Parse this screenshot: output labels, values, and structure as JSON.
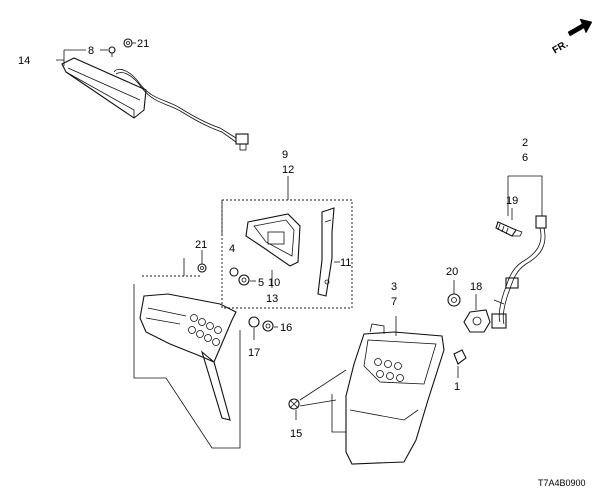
{
  "diagram": {
    "labels": {
      "n1": "1",
      "n2": "2",
      "n3": "3",
      "n4": "4",
      "n5": "5",
      "n6": "6",
      "n7": "7",
      "n8": "8",
      "n9": "9",
      "n10": "10",
      "n11": "11",
      "n12": "12",
      "n13": "13",
      "n14": "14",
      "n15": "15",
      "n16": "16",
      "n17": "17",
      "n18": "18",
      "n19": "19",
      "n20": "20",
      "n21a": "21",
      "n21b": "21"
    },
    "front_marker": "FR.",
    "diagram_code": "T7A4B0900"
  }
}
